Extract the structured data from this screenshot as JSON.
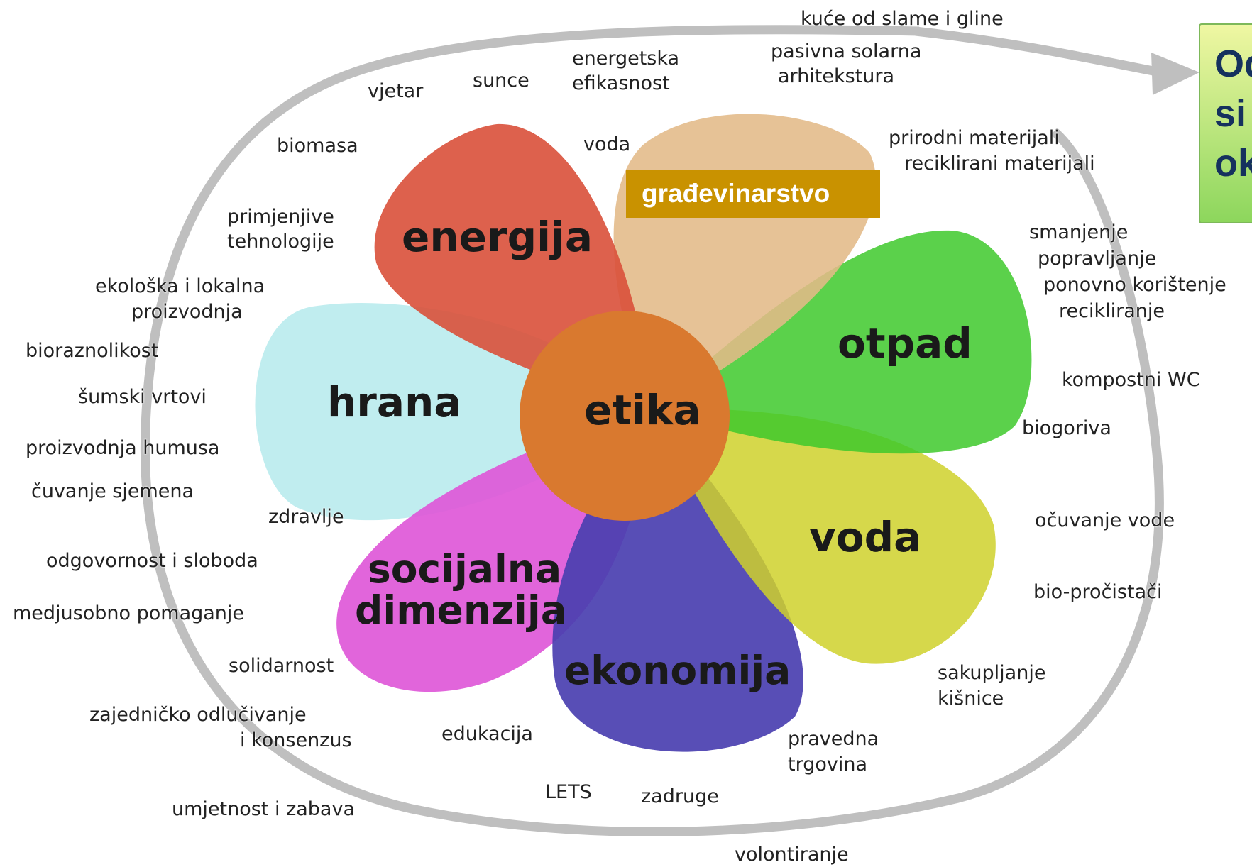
{
  "colors": {
    "energija": "#d9503a",
    "gradevinarstvo": "#e3b987",
    "otpad": "#3ec92c",
    "voda": "#cfd12c",
    "ekonomija": "#4a3fb0",
    "socijalna": "#de58d8",
    "hrana": "#bdecee",
    "center": "#d9792f",
    "ring": "#bfbfbf",
    "highlight": "#c99200",
    "callout_top": "#f0f7a3",
    "callout_bottom": "#8cd65c",
    "callout_text": "#15315e"
  },
  "center": {
    "label": "etika"
  },
  "petals": {
    "energija": "energija",
    "otpad": "otpad",
    "voda": "voda",
    "ekonomija": "ekonomija",
    "socijalna_line1": "socijalna",
    "socijalna_line2": "dimenzija",
    "hrana": "hrana"
  },
  "highlight_label": "građevinarstvo",
  "callout": {
    "line1": "Od",
    "line2": "si",
    "line3": "ok"
  },
  "labels": {
    "kuce": "kuće od slame i gline",
    "pasivna1": "pasivna solarna",
    "pasivna2": "arhitekstura",
    "energetska1": "energetska",
    "energetska2": "efikasnost",
    "sunce": "sunce",
    "vjetar": "vjetar",
    "biomasa": "biomasa",
    "voda_top": "voda",
    "prirodni": "prirodni materijali",
    "reciklirani": "reciklirani materijali",
    "primjenjive1": "primjenjive",
    "primjenjive2": "tehnologije",
    "ekoloska1": "ekološka i lokalna",
    "ekoloska2": "proizvodnja",
    "bioraznolikost": "bioraznolikost",
    "sumski": "šumski vrtovi",
    "humus": "proizvodnja humusa",
    "sjemena": "čuvanje sjemena",
    "zdravlje": "zdravlje",
    "odgovornost": "odgovornost i sloboda",
    "medjusobno": "medjusobno pomaganje",
    "solidarnost": "solidarnost",
    "zajednicko1": "zajedničko odlučivanje",
    "zajednicko2": "i konsenzus",
    "edukacija": "edukacija",
    "umjetnost": "umjetnost i zabava",
    "lets": "LETS",
    "zadruge": "zadruge",
    "volontiranje": "volontiranje",
    "pravedna1": "pravedna",
    "pravedna2": "trgovina",
    "sakupljanje1": "sakupljanje",
    "sakupljanje2": "kišnice",
    "bioprocistaci": "bio-pročistači",
    "ocuvanje": "očuvanje vode",
    "biogoriva": "biogoriva",
    "kompostni": "kompostni WC",
    "smanjenje": "smanjenje",
    "popravljanje": "popravljanje",
    "ponovno": "ponovno korištenje",
    "recikliranje": "recikliranje"
  }
}
